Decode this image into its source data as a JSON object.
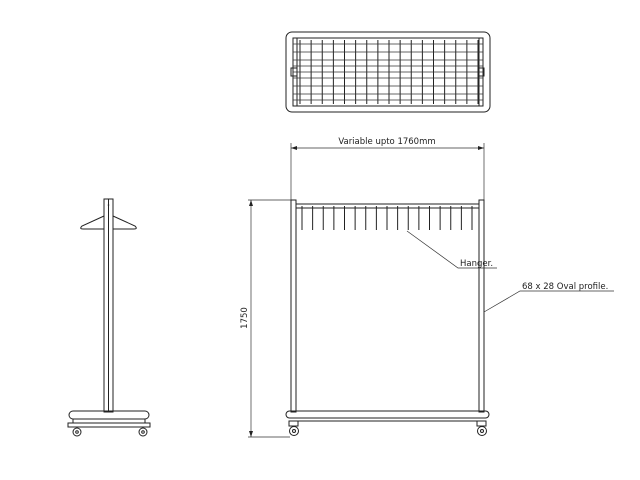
{
  "drawing": {
    "width_dimension": "Variable upto 1760mm",
    "height_dimension": "1750",
    "callouts": {
      "hanger": "Hanger.",
      "profile": "68 x 28 Oval profile."
    },
    "hanger_count": 17,
    "line_color": "#222222"
  }
}
